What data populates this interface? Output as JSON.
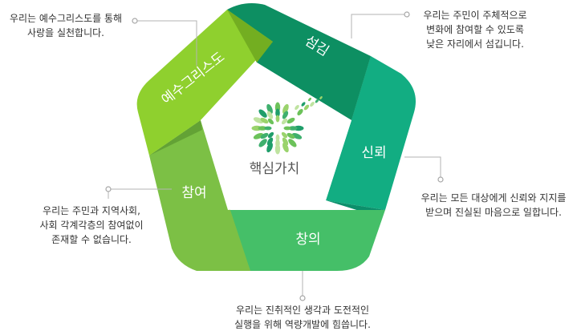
{
  "center": {
    "title": "핵심가치"
  },
  "segments": [
    {
      "key": "serve",
      "label": "섬김",
      "color": "#0d8f62",
      "dark": "#087650"
    },
    {
      "key": "trust",
      "label": "신뢰",
      "color": "#12ad82",
      "dark": "#0c8f6b"
    },
    {
      "key": "create",
      "label": "창의",
      "color": "#45bf68",
      "dark": "#35a557"
    },
    {
      "key": "join",
      "label": "참여",
      "color": "#7cc045",
      "dark": "#63a235"
    },
    {
      "key": "jesus",
      "label": "예수그리스도",
      "color": "#8fd02e",
      "dark": "#73ae21"
    }
  ],
  "descriptions": {
    "jesus": {
      "lines": [
        "우리는 예수그리스도를 통해",
        "사랑을 실천합니다."
      ]
    },
    "serve": {
      "lines": [
        "우리는 주민이 주체적으로",
        "변화에 참여할 수 있도록",
        "낮은 자리에서 섬깁니다."
      ]
    },
    "trust": {
      "lines": [
        "우리는 모든 대상에게 신뢰와 지지를",
        "받으며 진실된 마음으로 일합니다."
      ]
    },
    "join": {
      "lines": [
        "우리는 주민과 지역사회,",
        "사회 각계각층의 참여없이",
        "존재할 수 없습니다."
      ]
    },
    "create": {
      "lines": [
        "우리는 진취적인 생각과 도전적인",
        "실행을 위해 역량개발에 힘씁니다."
      ]
    }
  }
}
